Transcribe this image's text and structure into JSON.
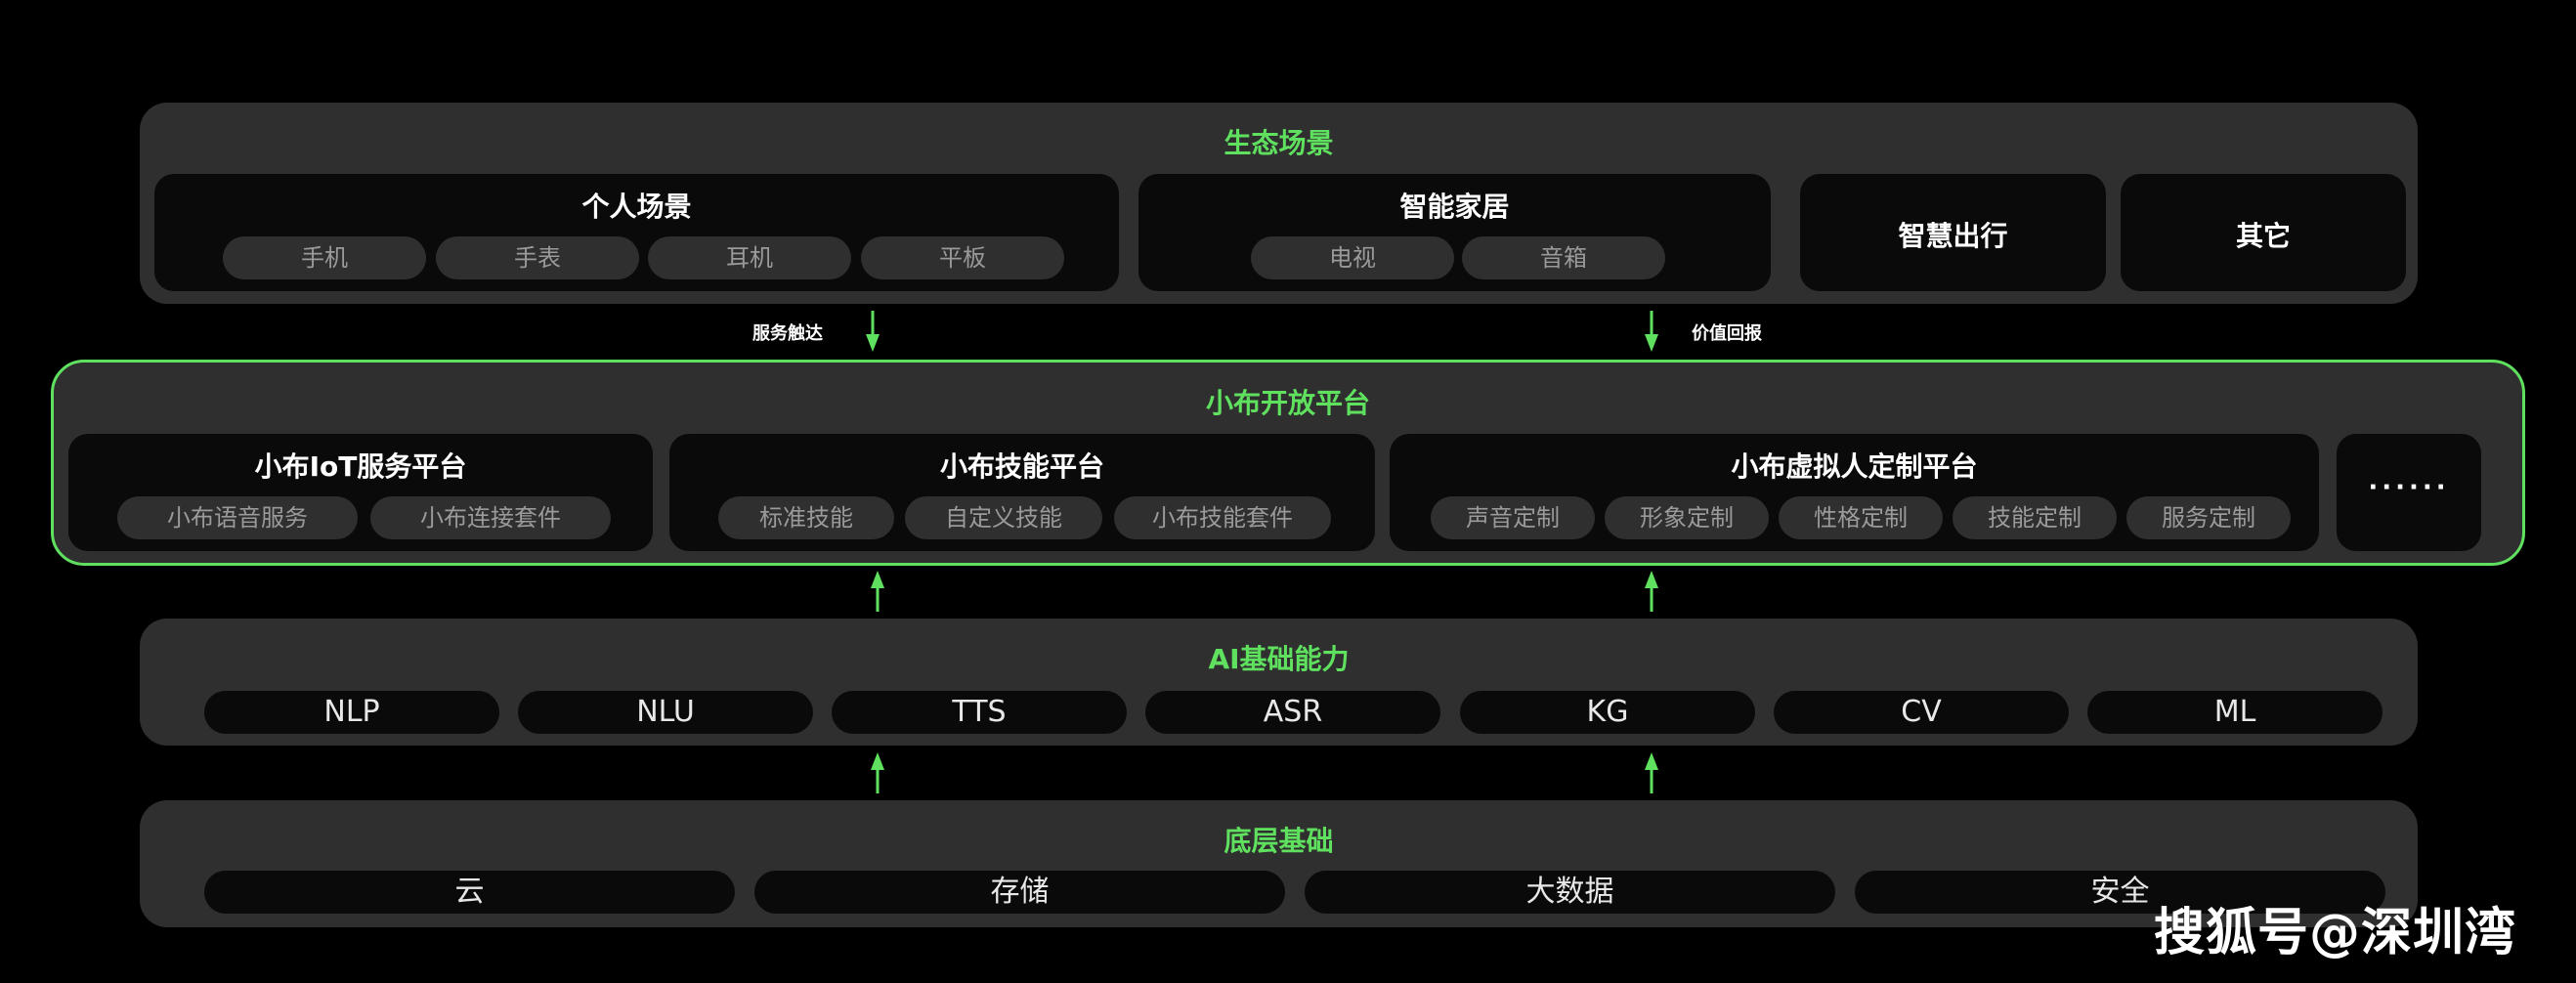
{
  "colors": {
    "accent_green": "#5fe05f",
    "panel_bg": "#2f2f2f",
    "card_bg": "#0a0a0a",
    "page_bg": "#000000"
  },
  "ecosystem": {
    "title": "生态场景",
    "groups": [
      {
        "title": "个人场景",
        "items": [
          "手机",
          "手表",
          "耳机",
          "平板"
        ]
      },
      {
        "title": "智能家居",
        "items": [
          "电视",
          "音箱"
        ]
      },
      {
        "title": "智慧出行",
        "items": []
      },
      {
        "title": "其它",
        "items": []
      }
    ]
  },
  "flows": {
    "down_left_label": "服务触达",
    "down_right_label": "价值回报",
    "arrow_icon": "arrow-icon"
  },
  "platform": {
    "title": "小布开放平台",
    "groups": [
      {
        "title": "小布IoT服务平台",
        "items": [
          "小布语音服务",
          "小布连接套件"
        ]
      },
      {
        "title": "小布技能平台",
        "items": [
          "标准技能",
          "自定义技能",
          "小布技能套件"
        ]
      },
      {
        "title": "小布虚拟人定制平台",
        "items": [
          "声音定制",
          "形象定制",
          "性格定制",
          "技能定制",
          "服务定制"
        ]
      },
      {
        "title": "······",
        "items": []
      }
    ]
  },
  "ai": {
    "title": "AI基础能力",
    "items": [
      "NLP",
      "NLU",
      "TTS",
      "ASR",
      "KG",
      "CV",
      "ML"
    ]
  },
  "infra": {
    "title": "底层基础",
    "items": [
      "云",
      "存储",
      "大数据",
      "安全"
    ]
  },
  "watermark": "搜狐号@深圳湾"
}
